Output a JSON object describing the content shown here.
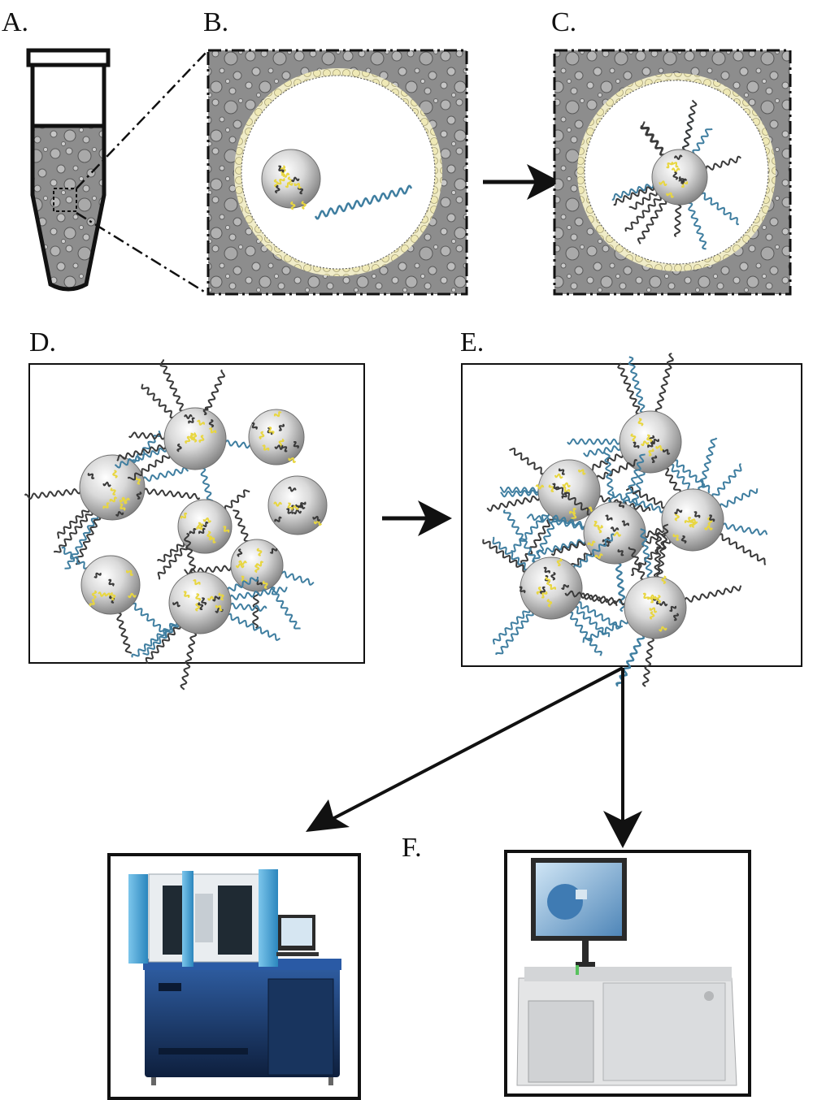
{
  "panels": {
    "a": {
      "label": "A."
    },
    "b": {
      "label": "B."
    },
    "c": {
      "label": "C."
    },
    "d": {
      "label": "D."
    },
    "e": {
      "label": "E."
    },
    "f": {
      "label": "F."
    }
  },
  "colors": {
    "background": "#ffffff",
    "frame": "#111111",
    "emulsion_oil": "#8a8a8a",
    "membrane": "#e8e2b0",
    "dna_blue": "#3f7ea0",
    "dna_dark": "#3a3a3a",
    "dna_yellow": "#e8d640",
    "dna_red": "#a03030",
    "bead": "#cfcfcf",
    "machine_blue": "#4aa3d4",
    "machine_base": "#1d3a6b"
  },
  "icons": {
    "tube": "microcentrifuge-tube-icon",
    "bead": "sequencing-bead-icon",
    "arrow": "flow-arrow-icon",
    "sequencer_left": "sequencer-instrument-icon",
    "sequencer_right": "benchtop-sequencer-icon"
  }
}
